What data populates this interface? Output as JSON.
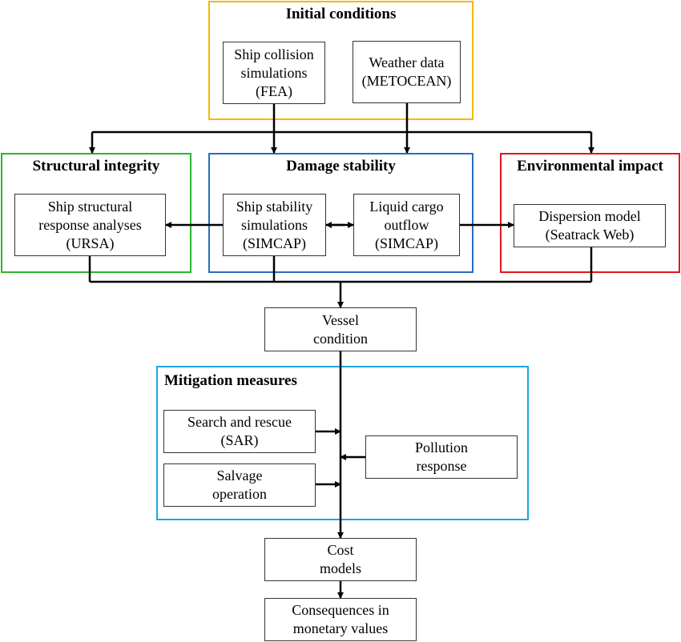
{
  "groups": {
    "initial": {
      "title": "Initial conditions",
      "color": "#f5b800"
    },
    "structural": {
      "title": "Structural integrity",
      "color": "#2cb52c"
    },
    "damage": {
      "title": "Damage stability",
      "color": "#2a6cc0"
    },
    "environmental": {
      "title": "Environmental impact",
      "color": "#e3161b"
    },
    "mitigation": {
      "title": "Mitigation measures",
      "color": "#1aa7e0"
    }
  },
  "boxes": {
    "collision": "Ship collision\nsimulations\n(FEA)",
    "weather": "Weather data\n(METOCEAN)",
    "structural": "Ship structural\nresponse analyses\n(URSA)",
    "stability": "Ship stability\nsimulations\n(SIMCAP)",
    "cargo": "Liquid cargo\noutflow\n(SIMCAP)",
    "dispersion": "Dispersion model\n(Seatrack Web)",
    "vessel": "Vessel\ncondition",
    "sar": "Search and rescue\n(SAR)",
    "salvage": "Salvage\noperation",
    "pollution": "Pollution\nresponse",
    "cost": "Cost\nmodels",
    "consequences": "Consequences in\nmonetary values"
  }
}
